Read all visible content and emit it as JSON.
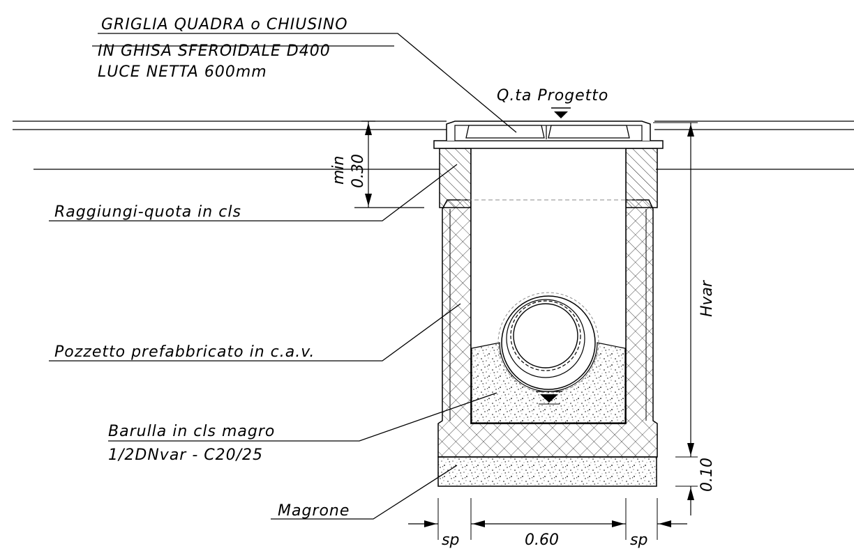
{
  "labels": {
    "grate_line1": "GRIGLIA QUADRA o CHIUSINO",
    "grate_line2": "IN GHISA SFEROIDALE D400",
    "grate_line3": "LUCE NETTA 600mm",
    "design_level": "Q.ta Progetto",
    "riser": "Raggiungi-quota in cls",
    "manhole": "Pozzetto prefabbricato in c.a.v.",
    "benching_line1": "Barulla in cls magro",
    "benching_line2": "1/2DNvar - C20/25",
    "blinding": "Magrone"
  },
  "dimensions": {
    "cover_min_label": "min",
    "cover_min_value": "0.30",
    "height": "Hvar",
    "blinding_thickness": "0.10",
    "inner_width": "0.60",
    "wall_left": "sp",
    "wall_right": "sp"
  },
  "colors": {
    "line": "#000000",
    "hatch": "#000000",
    "dashed": "#888888"
  }
}
